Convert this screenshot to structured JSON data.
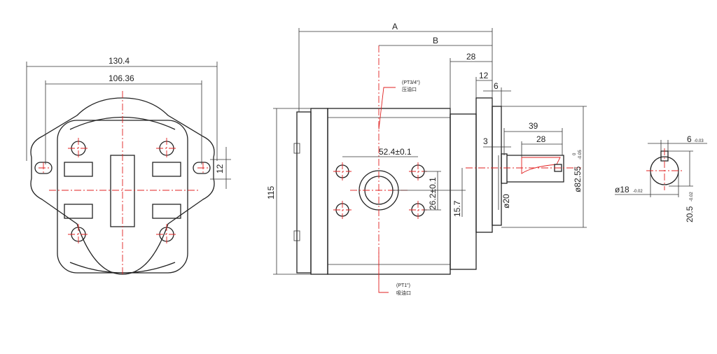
{
  "left_view": {
    "dim_overall_width": "130.4",
    "dim_bolt_spacing": "106.36",
    "dim_slot_width": "12"
  },
  "side_view": {
    "dim_a": "A",
    "dim_b": "B",
    "dim_28_front": "28",
    "dim_12": "12",
    "dim_6": "6",
    "dim_height": "115",
    "dim_port_spacing_h": "52.4±0.1",
    "dim_port_spacing_v": "26.2±0.1",
    "dim_15_7": "15.7",
    "dim_3": "3",
    "dim_39": "39",
    "dim_28_shaft": "28",
    "dim_shaft_dia": "ø20",
    "dim_pilot_dia": "ø82.55",
    "dim_pilot_tol_upper": "0",
    "dim_pilot_tol_lower": "-0.05",
    "outlet_port_spec": "(PT3/4\")",
    "outlet_port_label": "压油口",
    "inlet_port_spec": "(PT1\")",
    "inlet_port_label": "吸油口"
  },
  "shaft_section": {
    "dim_key_width": "6",
    "dim_key_tol": "-0.03",
    "dim_shaft_dia": "ø18",
    "dim_shaft_tol": "-0.02",
    "dim_key_height": "20.5",
    "dim_key_height_tol": "-0.02"
  },
  "colors": {
    "centerline": "#e02020",
    "outline": "#222222"
  }
}
